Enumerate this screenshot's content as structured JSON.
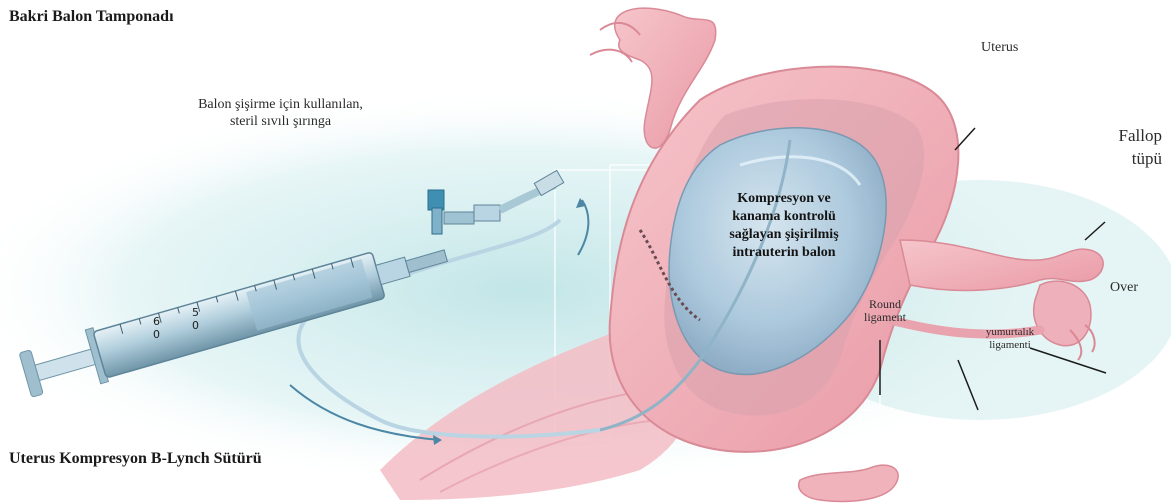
{
  "titles": {
    "top": "Bakri Balon Tamponadı",
    "bottom": "Uterus Kompresyon B-Lynch Sütürü"
  },
  "labels": {
    "syringe_line1": "Balon şişirme için kullanılan,",
    "syringe_line2": "steril sıvılı şırınga",
    "uterus": "Uterus",
    "fallop_line1": "Fallop",
    "fallop_line2": "tüpü",
    "over": "Over",
    "round_line1": "Round",
    "round_line2": "ligament",
    "ovarian_line1": "yumurtalık",
    "ovarian_line2": "ligamenti",
    "balloon_line1": "Kompresyon ve",
    "balloon_line2": "kanama kontrolü",
    "balloon_line3": "sağlayan şişirilmiş",
    "balloon_line4": "intrauterin balon"
  },
  "syringe_marks": {
    "m1_top": "6",
    "m1_bottom": "0",
    "m2_top": "5",
    "m2_bottom": "0"
  },
  "colors": {
    "tissue": "#f2b8bf",
    "tissue_dark": "#d98a96",
    "balloon": "#a9cfe4",
    "wash": "#cfeaea",
    "syringe": "#b9d4e2"
  }
}
